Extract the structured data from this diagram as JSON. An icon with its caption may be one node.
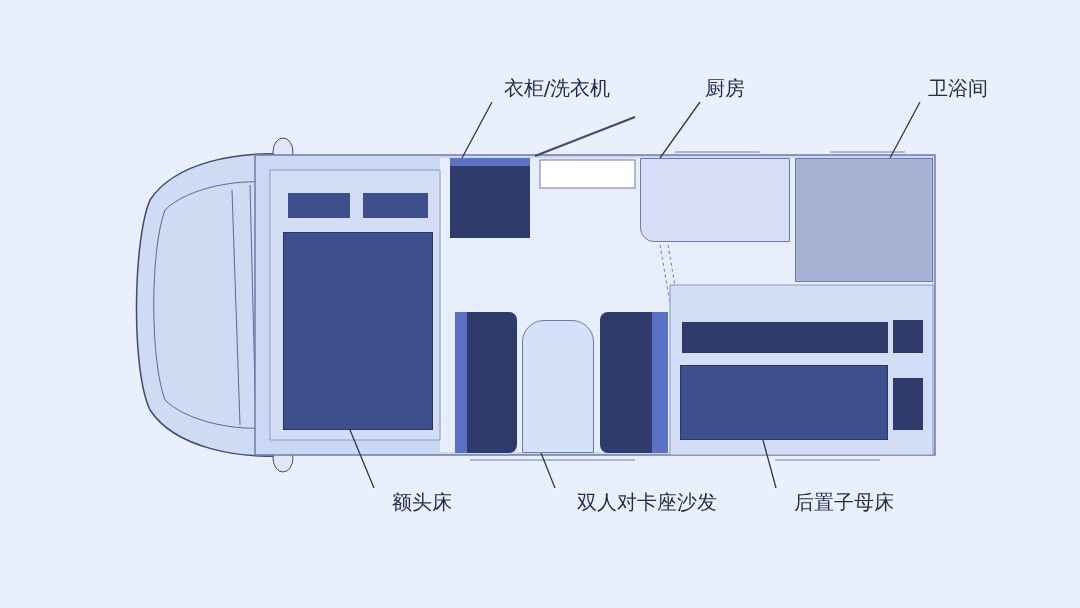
{
  "diagram": {
    "nodes": [
      {
        "text": [
          "衣柜/洗衣机"
        ]
      },
      {
        "text": [],
        "shape": "box"
      },
      {
        "text": [
          "厨房"
        ]
      },
      {
        "text": [],
        "shape": "box"
      },
      {
        "text": [
          "卫浴间"
        ]
      },
      {
        "text": [],
        "shape": "box"
      },
      {
        "text": [
          "额头床"
        ]
      },
      {
        "text": [],
        "shape": "box"
      },
      {
        "text": [
          "双人对卡座沙发"
        ]
      },
      {
        "text": [],
        "shape": "box"
      },
      {
        "text": [
          "后置子母床"
        ]
      },
      {
        "text": [],
        "shape": "box"
      }
    ],
    "edges": [
      {
        "from": 0,
        "to": 1,
        "arrow": "none"
      },
      {
        "from": 2,
        "to": 3,
        "arrow": "none"
      },
      {
        "from": 4,
        "to": 5,
        "arrow": "none"
      },
      {
        "from": 6,
        "to": 7,
        "arrow": "none"
      },
      {
        "from": 8,
        "to": 9,
        "arrow": "none"
      },
      {
        "from": 10,
        "to": 11,
        "arrow": "none"
      }
    ]
  }
}
